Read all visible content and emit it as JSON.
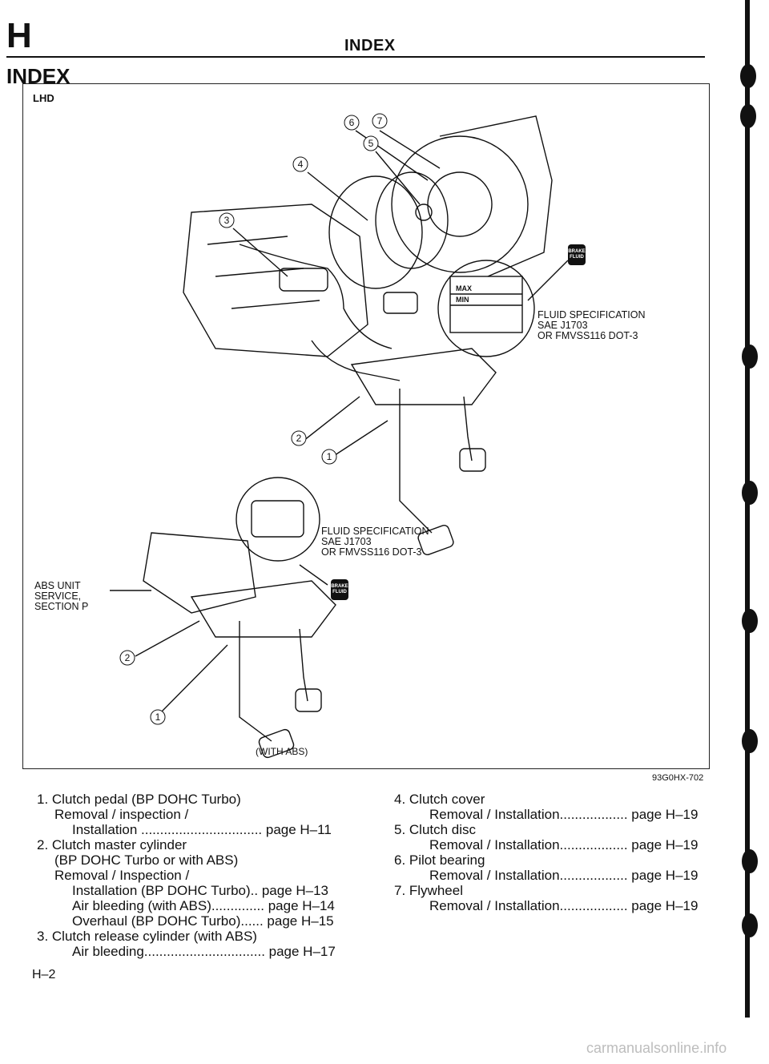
{
  "header": {
    "section_letter": "H",
    "running_title": "INDEX",
    "page_heading": "INDEX"
  },
  "figure": {
    "variant_label": "LHD",
    "callout_top": {
      "line1": "FLUID SPECIFICATION",
      "line2": "SAE J1703",
      "line3": "OR FMVSS116 DOT-3"
    },
    "callout_mid": {
      "line1": "FLUID SPECIFICATION",
      "line2": "SAE J1703",
      "line3": "OR FMVSS116 DOT-3"
    },
    "abs_note": {
      "line1": "ABS UNIT",
      "line2": "SERVICE,",
      "line3": "SECTION P"
    },
    "reservoir_max": "MAX",
    "reservoir_min": "MIN",
    "badge_text": "BRAKE FLUID",
    "with_abs_label": "(WITH ABS)",
    "figure_code": "93G0HX-702",
    "markers": [
      "1",
      "2",
      "3",
      "4",
      "5",
      "6",
      "7",
      "2",
      "1"
    ]
  },
  "index_left": [
    {
      "text": "1. Clutch pedal (BP DOHC Turbo)",
      "indent": 0
    },
    {
      "text": "Removal / inspection /",
      "indent": 1
    },
    {
      "text": "Installation ................................ page H–11",
      "indent": 2
    },
    {
      "text": "2. Clutch master cylinder",
      "indent": 0
    },
    {
      "text": "(BP DOHC Turbo or with ABS)",
      "indent": 1
    },
    {
      "text": "Removal / Inspection /",
      "indent": 1
    },
    {
      "text": "Installation (BP DOHC Turbo).. page H–13",
      "indent": 2
    },
    {
      "text": "Air bleeding (with ABS).............. page H–14",
      "indent": 2
    },
    {
      "text": "Overhaul (BP DOHC Turbo)...... page H–15",
      "indent": 2
    },
    {
      "text": "3. Clutch release cylinder (with ABS)",
      "indent": 0
    },
    {
      "text": "Air bleeding................................ page H–17",
      "indent": 2
    }
  ],
  "index_right": [
    {
      "text": "4. Clutch cover",
      "indent": 0
    },
    {
      "text": "Removal / Installation.................. page H–19",
      "indent": 2
    },
    {
      "text": "5. Clutch disc",
      "indent": 0
    },
    {
      "text": "Removal / Installation.................. page H–19",
      "indent": 2
    },
    {
      "text": "6. Pilot bearing",
      "indent": 0
    },
    {
      "text": "Removal / Installation.................. page H–19",
      "indent": 2
    },
    {
      "text": "7. Flywheel",
      "indent": 0
    },
    {
      "text": "Removal / Installation.................. page H–19",
      "indent": 2
    }
  ],
  "footer": {
    "page_number": "H–2",
    "watermark": "carmanualsonline.info"
  }
}
